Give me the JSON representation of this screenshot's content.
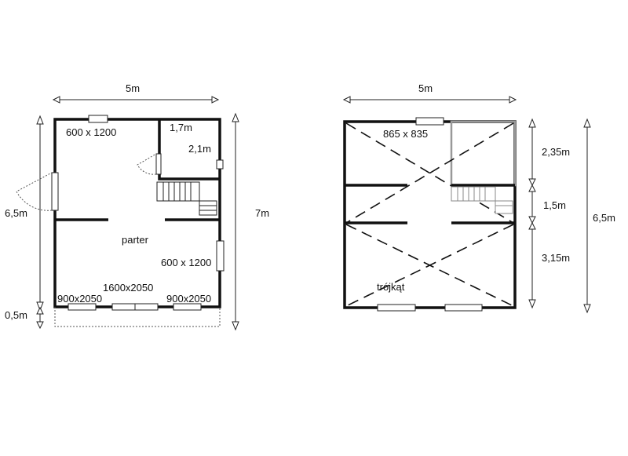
{
  "ground_floor": {
    "dim_width": "5m",
    "dim_height_total": "7m",
    "dim_height_house": "6,5m",
    "dim_porch": "0,5m",
    "window_top": "600 x 1200",
    "room_width": "1,7m",
    "room_height": "2,1m",
    "floor_name": "parter",
    "window_right": "600 x 1200",
    "door_left": "900x2050",
    "door_center": "1600x2050",
    "door_right": "900x2050"
  },
  "upper_floor": {
    "dim_width": "5m",
    "window_top": "865 x 835",
    "dim_section_1": "2,35m",
    "dim_section_2": "1,5m",
    "dim_section_3": "3,15m",
    "dim_total": "6,5m",
    "roof_label": "trójkąt"
  }
}
